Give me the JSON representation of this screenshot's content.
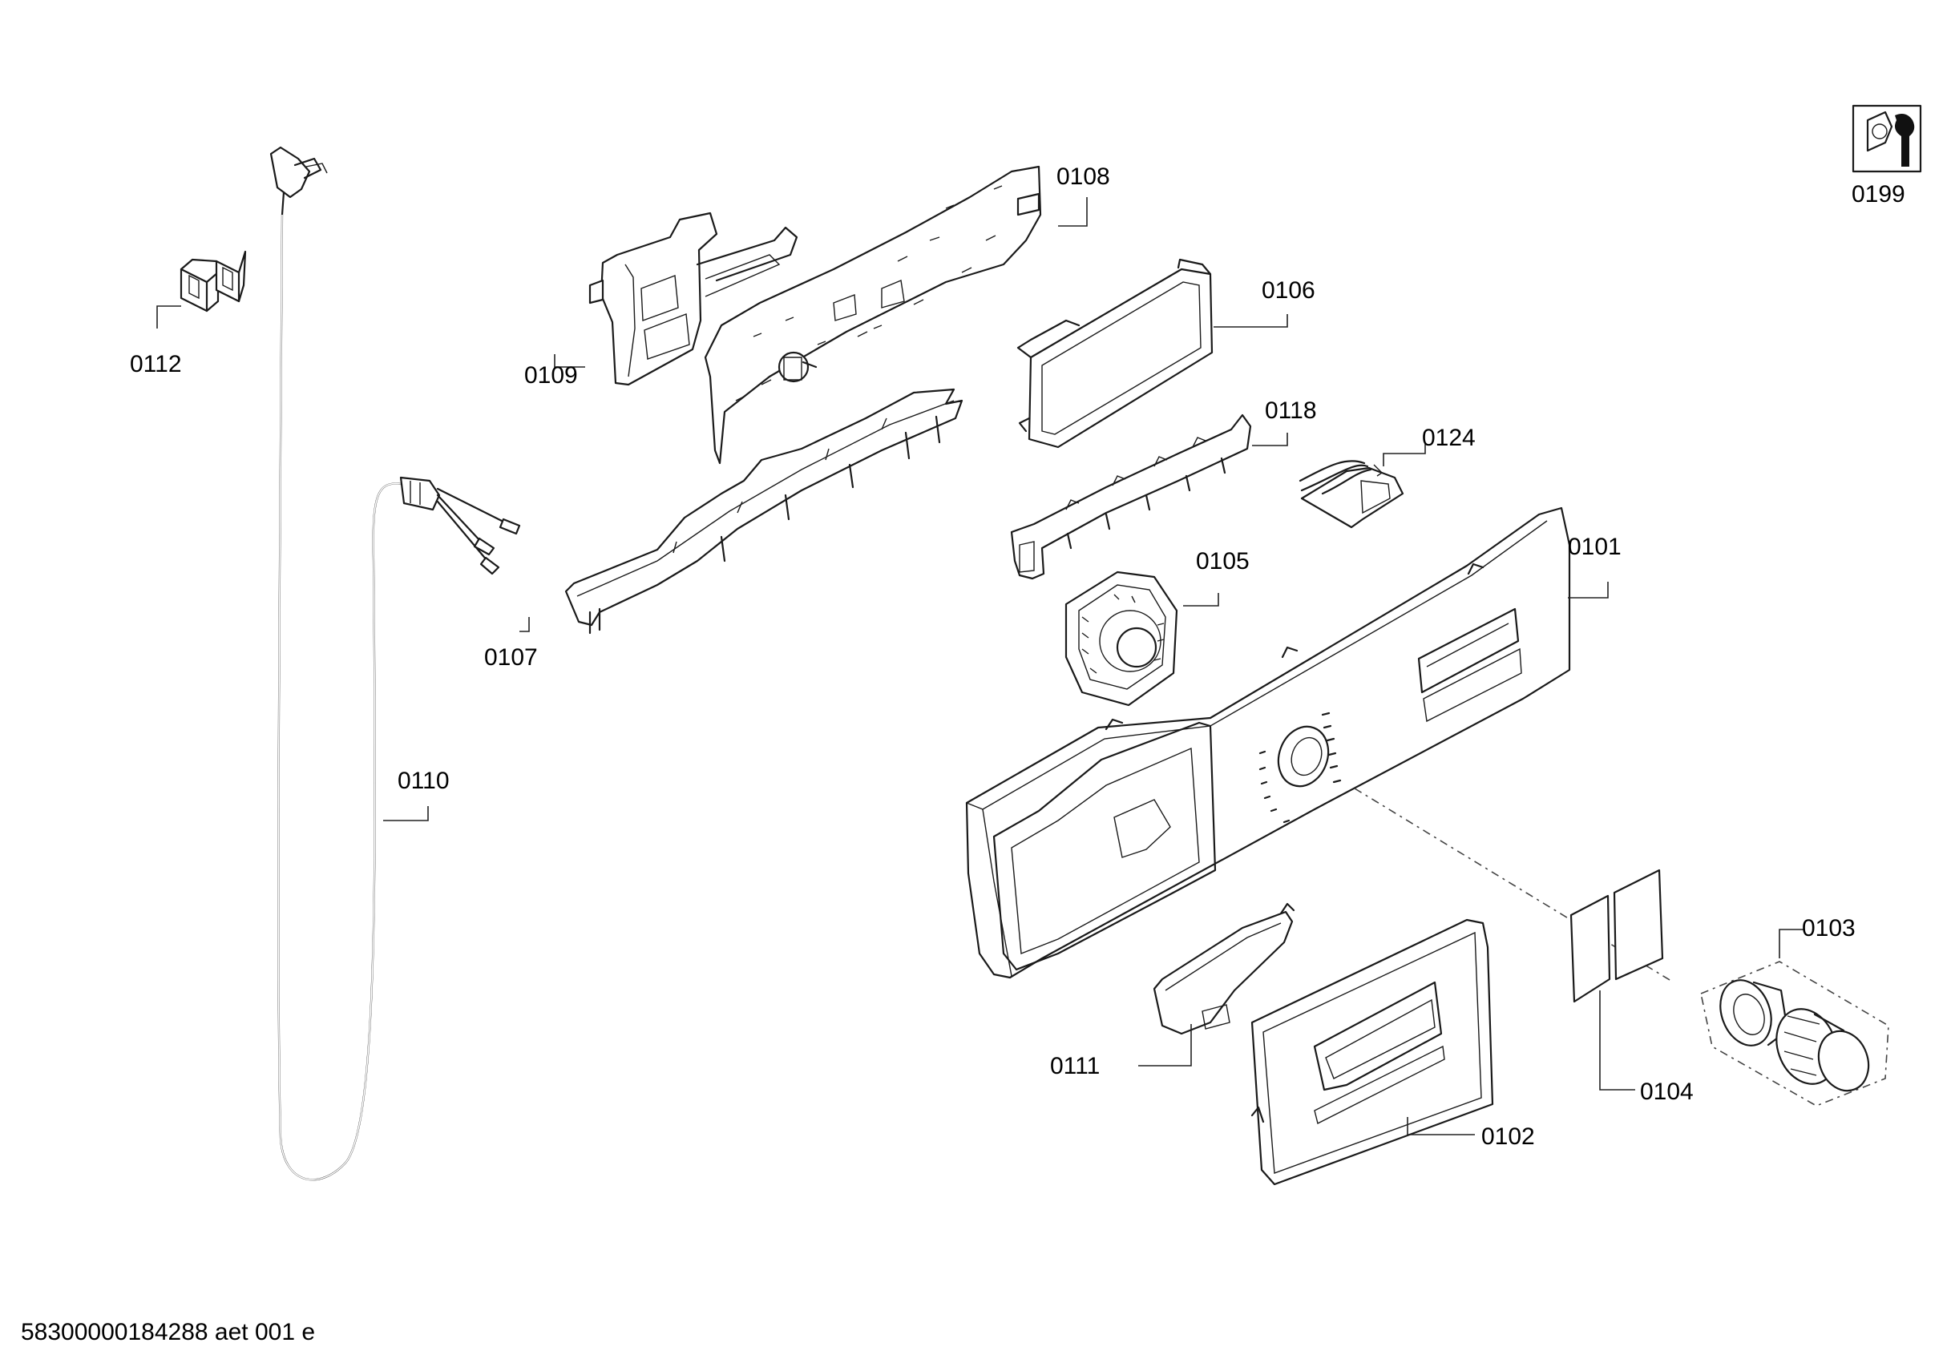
{
  "parts": [
    {
      "id": "0101"
    },
    {
      "id": "0102"
    },
    {
      "id": "0103"
    },
    {
      "id": "0104"
    },
    {
      "id": "0105"
    },
    {
      "id": "0106"
    },
    {
      "id": "0107"
    },
    {
      "id": "0108"
    },
    {
      "id": "0109"
    },
    {
      "id": "0110"
    },
    {
      "id": "0111"
    },
    {
      "id": "0112"
    },
    {
      "id": "0118"
    },
    {
      "id": "0124"
    },
    {
      "id": "0199"
    }
  ],
  "tools_icon": "tools-icon",
  "document_ref": "58300000184288 aet 001 e"
}
